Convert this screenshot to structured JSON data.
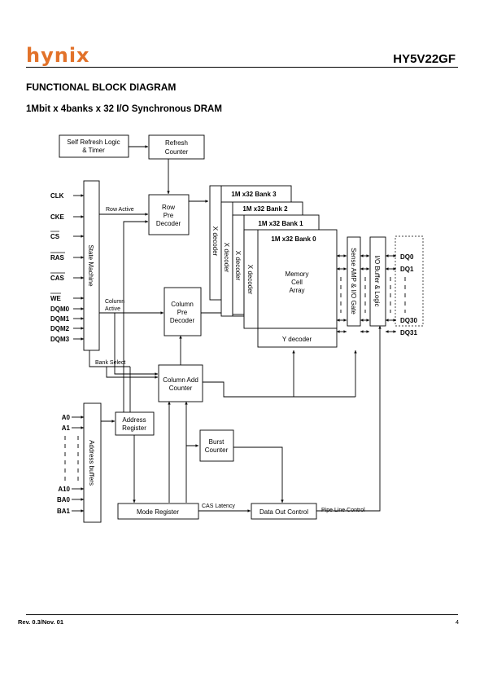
{
  "header": {
    "logo": "hynix",
    "part_number": "HY5V22GF"
  },
  "title": "FUNCTIONAL BLOCK DIAGRAM",
  "subtitle": "1Mbit x 4banks x 32 I/O Synchronous DRAM",
  "blocks": {
    "self_refresh_line1": "Self Refresh Logic",
    "self_refresh_line2": "& Timer",
    "refresh_counter_line1": "Refresh",
    "refresh_counter_line2": "Counter",
    "row_predecoder_line1": "Row",
    "row_predecoder_line2": "Pre",
    "row_predecoder_line3": "Decoder",
    "column_predecoder_line1": "Column",
    "column_predecoder_line2": "Pre",
    "column_predecoder_line3": "Decoder",
    "column_add_counter_line1": "Column Add",
    "column_add_counter_line2": "Counter",
    "address_register_line1": "Address",
    "address_register_line2": "Register",
    "burst_counter_line1": "Burst",
    "burst_counter_line2": "Counter",
    "mode_register": "Mode Register",
    "data_out_control": "Data Out Control",
    "state_machine": "State Machine",
    "address_buffers": "Address buffers",
    "sense_amp": "Sense AMP & I/O Gate",
    "io_buffer": "I/O Buffer & Logic",
    "bank3": "1M x32 Bank 3",
    "bank2": "1M x32 Bank 2",
    "bank1": "1M x32 Bank 1",
    "bank0": "1M x32 Bank 0",
    "x_decoder": "X decoder",
    "memory_line1": "Memory",
    "memory_line2": "Cell",
    "memory_line3": "Array",
    "y_decoder": "Y decoder"
  },
  "signals": {
    "control_inputs": [
      "CLK",
      "CKE",
      "CS",
      "RAS",
      "CAS",
      "WE",
      "DQM0",
      "DQM1",
      "DQM2",
      "DQM3"
    ],
    "address_inputs": [
      "A0",
      "A1",
      "A10",
      "BA0",
      "BA1"
    ],
    "dq_outputs": [
      "DQ0",
      "DQ1",
      "DQ30",
      "DQ31"
    ],
    "row_active": "Row  Active",
    "column_active_line1": "Column",
    "column_active_line2": "Active",
    "bank_select": "Bank Select",
    "cas_latency": "CAS Latency",
    "pipe_line_control": "Pipe Line Control"
  },
  "footer": {
    "revision": "Rev. 0.3/Nov. 01",
    "page": "4"
  },
  "colors": {
    "logo": "#e2722a",
    "line": "#000000"
  }
}
